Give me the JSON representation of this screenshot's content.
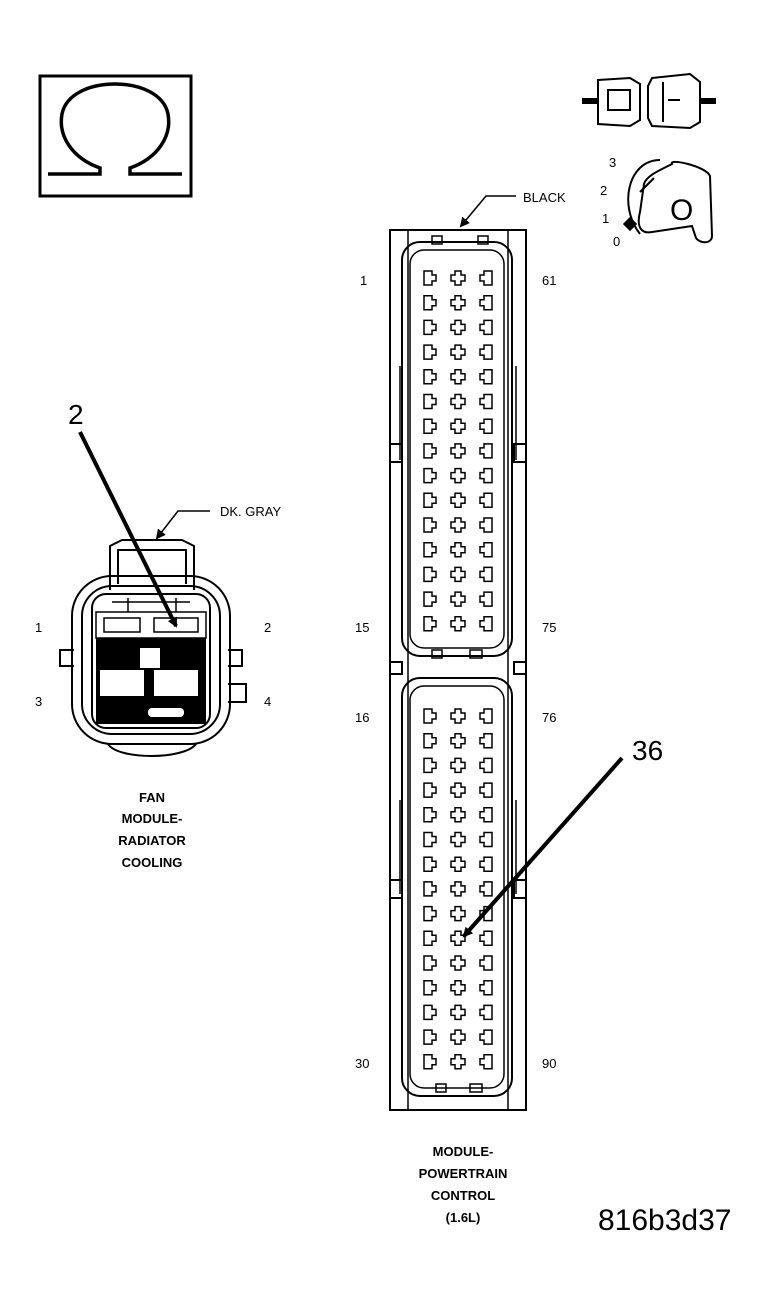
{
  "ohmmeter_icon": "omega-icon",
  "ignition_icon": "ignition-key-icon",
  "ignition": {
    "positions": [
      "3",
      "2",
      "1",
      "0"
    ],
    "key_label": "O"
  },
  "fan_connector": {
    "color_label": "DK. GRAY",
    "pins": {
      "p1": "1",
      "p2": "2",
      "p3": "3",
      "p4": "4"
    },
    "caption": [
      "FAN",
      "MODULE-",
      "RADIATOR",
      "COOLING"
    ],
    "probe_number": "2"
  },
  "pcm_connector": {
    "color_label": "BLACK",
    "pins": {
      "tl": "1",
      "tr": "61",
      "ml1": "15",
      "mr1": "75",
      "ml2": "16",
      "mr2": "76",
      "bl": "30",
      "br": "90"
    },
    "caption": [
      "MODULE-",
      "POWERTRAIN",
      "CONTROL",
      "(1.6L)"
    ],
    "probe_number": "36"
  },
  "figure_id": "816b3d37"
}
